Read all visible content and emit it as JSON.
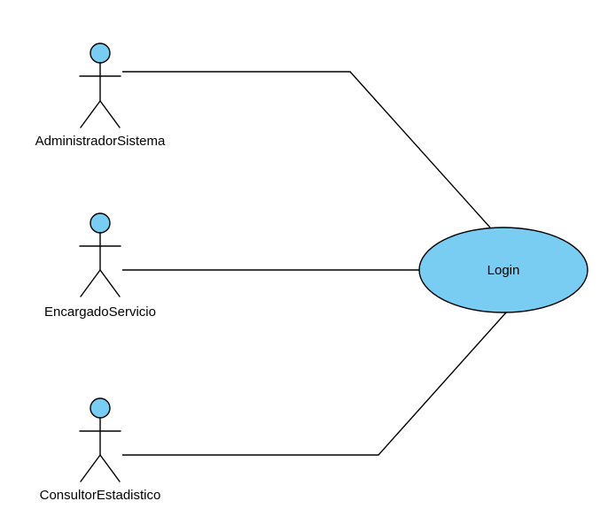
{
  "actors": [
    {
      "id": "admin",
      "name": "AdministradorSistema"
    },
    {
      "id": "encargado",
      "name": "EncargadoServicio"
    },
    {
      "id": "consultor",
      "name": "ConsultorEstadistico"
    }
  ],
  "use_cases": [
    {
      "id": "login",
      "name": "Login"
    }
  ],
  "associations": [
    {
      "actor": "admin",
      "use_case": "login"
    },
    {
      "actor": "encargado",
      "use_case": "login"
    },
    {
      "actor": "consultor",
      "use_case": "login"
    }
  ],
  "colors": {
    "fill": "#79CCF2",
    "stroke": "#000000",
    "background": "#FFFFFF"
  }
}
